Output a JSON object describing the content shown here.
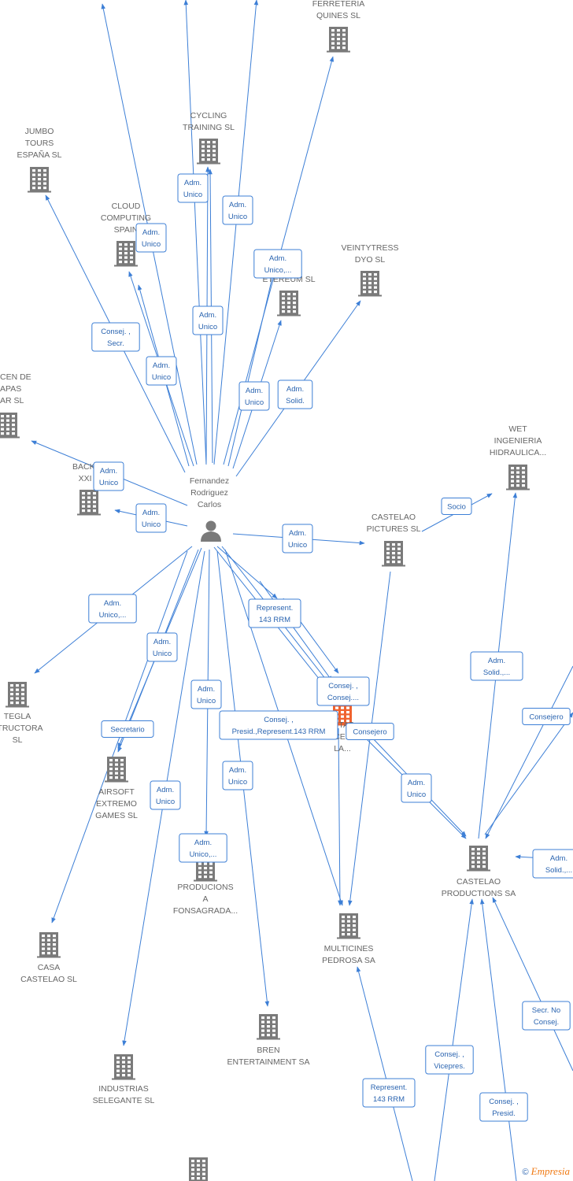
{
  "center": {
    "label_lines": [
      "Fernandez",
      "Rodriguez",
      "Carlos"
    ],
    "icon": "person-icon"
  },
  "companies": [
    {
      "id": "ferreteria",
      "lines": [
        "FERRETERIA",
        "QUINES  SL"
      ],
      "icon": "building-icon"
    },
    {
      "id": "cycling",
      "lines": [
        "CYCLING",
        "TRAINING SL"
      ],
      "icon": "building-icon"
    },
    {
      "id": "jumbo",
      "lines": [
        "JUMBO",
        "TOURS",
        "ESPAÑA SL"
      ],
      "icon": "building-icon"
    },
    {
      "id": "cloud",
      "lines": [
        "CLOUD",
        "COMPUTING",
        "SPAIN"
      ],
      "icon": "building-icon"
    },
    {
      "id": "veintytress",
      "lines": [
        "VEINTYTRESS",
        "DYO  SL"
      ],
      "icon": "building-icon"
    },
    {
      "id": "etereum",
      "lines": [
        "R",
        "ETEREUM  SL"
      ],
      "icon": "building-icon"
    },
    {
      "id": "almacen",
      "lines": [
        "CEN DE",
        "APAS",
        "AR  SL"
      ],
      "icon": "building-icon"
    },
    {
      "id": "backstage",
      "lines": [
        "BACKST",
        "XXI S"
      ],
      "icon": "building-icon"
    },
    {
      "id": "wet",
      "lines": [
        "WET",
        "INGENIERIA",
        "HIDRAULICA..."
      ],
      "icon": "building-icon"
    },
    {
      "id": "castelao_pictures",
      "lines": [
        "CASTELAO",
        "PICTURES  SL"
      ],
      "icon": "building-icon"
    },
    {
      "id": "tegla",
      "lines": [
        "TEGLA",
        "STRUCTORA",
        "SL"
      ],
      "icon": "building-icon"
    },
    {
      "id": "airsoft",
      "lines": [
        "AIRSOFT",
        "EXTREMO",
        "GAMES SL"
      ],
      "icon": "building-icon"
    },
    {
      "id": "citas",
      "lines": [
        "CITAS",
        "BARCELONA",
        "LA..."
      ],
      "icon": "building-icon-highlight"
    },
    {
      "id": "producions",
      "lines": [
        "PRODUCIONS",
        "A",
        "FONSAGRADA..."
      ],
      "icon": "building-icon"
    },
    {
      "id": "castelao_productions",
      "lines": [
        "CASTELAO",
        "PRODUCTIONS SA"
      ],
      "icon": "building-icon"
    },
    {
      "id": "multicines",
      "lines": [
        "MULTICINES",
        "PEDROSA SA"
      ],
      "icon": "building-icon"
    },
    {
      "id": "casa",
      "lines": [
        "CASA",
        "CASTELAO  SL"
      ],
      "icon": "building-icon"
    },
    {
      "id": "bren",
      "lines": [
        "BREN",
        "ENTERTAINMENT SA"
      ],
      "icon": "building-icon"
    },
    {
      "id": "industrias",
      "lines": [
        "INDUSTRIAS",
        "SELEGANTE  SL"
      ],
      "icon": "building-icon"
    },
    {
      "id": "bottom",
      "lines": [],
      "icon": "building-icon"
    }
  ],
  "edges": [
    {
      "id": "e_top1",
      "lines": []
    },
    {
      "id": "e_top2",
      "lines": []
    },
    {
      "id": "e_top3",
      "lines": []
    },
    {
      "id": "e_cycling",
      "lines": [
        "Adm.",
        "Unico"
      ]
    },
    {
      "id": "e_ferreteria",
      "lines": [
        "Adm.",
        "Unico"
      ]
    },
    {
      "id": "e_cloud",
      "lines": [
        "Adm.",
        "Unico"
      ]
    },
    {
      "id": "e_etereum_top",
      "lines": [
        "Adm.",
        "Unico,..."
      ]
    },
    {
      "id": "e_mid",
      "lines": [
        "Adm.",
        "Unico"
      ]
    },
    {
      "id": "e_jumbo",
      "lines": [
        "Consej. ,",
        "Secr."
      ]
    },
    {
      "id": "e_cloud2",
      "lines": [
        "Adm.",
        "Unico"
      ]
    },
    {
      "id": "e_etereum",
      "lines": [
        "Adm.",
        "Unico"
      ]
    },
    {
      "id": "e_veinty",
      "lines": [
        "Adm.",
        "Solid."
      ]
    },
    {
      "id": "e_almacen",
      "lines": [
        "Adm.",
        "Unico"
      ]
    },
    {
      "id": "e_backstage",
      "lines": [
        "Adm.",
        "Unico"
      ]
    },
    {
      "id": "e_castelao_pictures",
      "lines": [
        "Adm.",
        "Unico"
      ]
    },
    {
      "id": "e_socio",
      "lines": [
        "Socio"
      ]
    },
    {
      "id": "e_tegla",
      "lines": [
        "Adm.",
        "Unico,..."
      ]
    },
    {
      "id": "e_represent",
      "lines": [
        "Represent.",
        "143 RRM"
      ]
    },
    {
      "id": "e_airsoft_adm",
      "lines": [
        "Adm.",
        "Unico"
      ]
    },
    {
      "id": "e_consej_citas",
      "lines": [
        "Consej. ,",
        "Consej...."
      ]
    },
    {
      "id": "e_producions",
      "lines": [
        "Adm.",
        "Unico"
      ]
    },
    {
      "id": "e_presid",
      "lines": [
        "Consej. ,",
        "Presid.,Represent.143 RRM"
      ]
    },
    {
      "id": "e_consejero1",
      "lines": [
        "Consejero"
      ]
    },
    {
      "id": "e_secretario",
      "lines": [
        "Secretario"
      ]
    },
    {
      "id": "e_wet",
      "lines": [
        "Adm.",
        "Solid.,..."
      ]
    },
    {
      "id": "e_consejero2",
      "lines": [
        "Consejero"
      ]
    },
    {
      "id": "e_bren",
      "lines": [
        "Adm.",
        "Unico"
      ]
    },
    {
      "id": "e_casa",
      "lines": [
        "Adm.",
        "Unico"
      ]
    },
    {
      "id": "e_citas_cp",
      "lines": [
        "Adm.",
        "Unico"
      ]
    },
    {
      "id": "e_industrias",
      "lines": [
        "Adm.",
        "Unico,..."
      ]
    },
    {
      "id": "e_right_solid",
      "lines": [
        "Adm.",
        "Solid.,..."
      ]
    },
    {
      "id": "e_secr_no",
      "lines": [
        "Secr.  No",
        "Consej."
      ]
    },
    {
      "id": "e_vicepres",
      "lines": [
        "Consej. ,",
        "Vicepres."
      ]
    },
    {
      "id": "e_multicines",
      "lines": [
        "Represent.",
        "143 RRM"
      ]
    },
    {
      "id": "e_presid2",
      "lines": [
        "Consej. ,",
        "Presid."
      ]
    }
  ],
  "footer": {
    "copyright": "©",
    "brand": "Empresia"
  },
  "colors": {
    "edge": "#3d7fd6",
    "icon": "#7a7a7a",
    "highlight": "#f0622e",
    "text": "#666666"
  }
}
